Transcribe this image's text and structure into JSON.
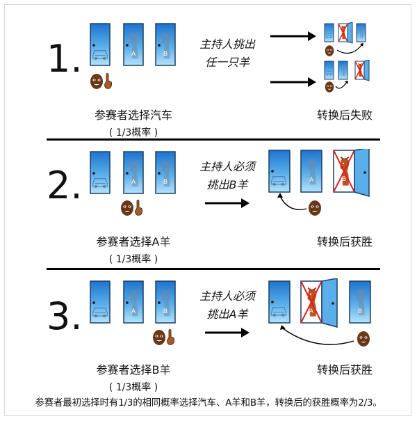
{
  "rows": [
    {
      "number": "1.",
      "host_action": [
        "主持人挑出",
        "任一只羊"
      ],
      "choice": "参赛者选择汽车",
      "probability": "( 1/3概率 )",
      "result": "转换后失败",
      "door_letters": [
        "",
        "A",
        "B"
      ]
    },
    {
      "number": "2.",
      "host_action": [
        "主持人必须",
        "挑出B羊"
      ],
      "choice": "参赛者选择A羊",
      "probability": "( 1/3概率 )",
      "result": "转换后获胜",
      "door_letters": [
        "",
        "A",
        "B"
      ],
      "result_letters": [
        "",
        "A",
        "B"
      ]
    },
    {
      "number": "3.",
      "host_action": [
        "主持人必须",
        "挑出A羊"
      ],
      "choice": "参赛者选择B羊",
      "probability": "( 1/3概率 )",
      "result": "转换后获胜",
      "door_letters": [
        "",
        "A",
        "B"
      ],
      "result_letters": [
        "",
        "A",
        "B"
      ]
    }
  ],
  "footer": "参赛者最初选择时有1/3的相同概率选择汽车、A羊和B羊，转换后的获胜概率为2/3。",
  "colors": {
    "door_top": "#2a7fd6",
    "door_bottom": "#a9dcf8",
    "goat": "#c0511b",
    "cross": "#e02020",
    "separator": "#000000"
  }
}
